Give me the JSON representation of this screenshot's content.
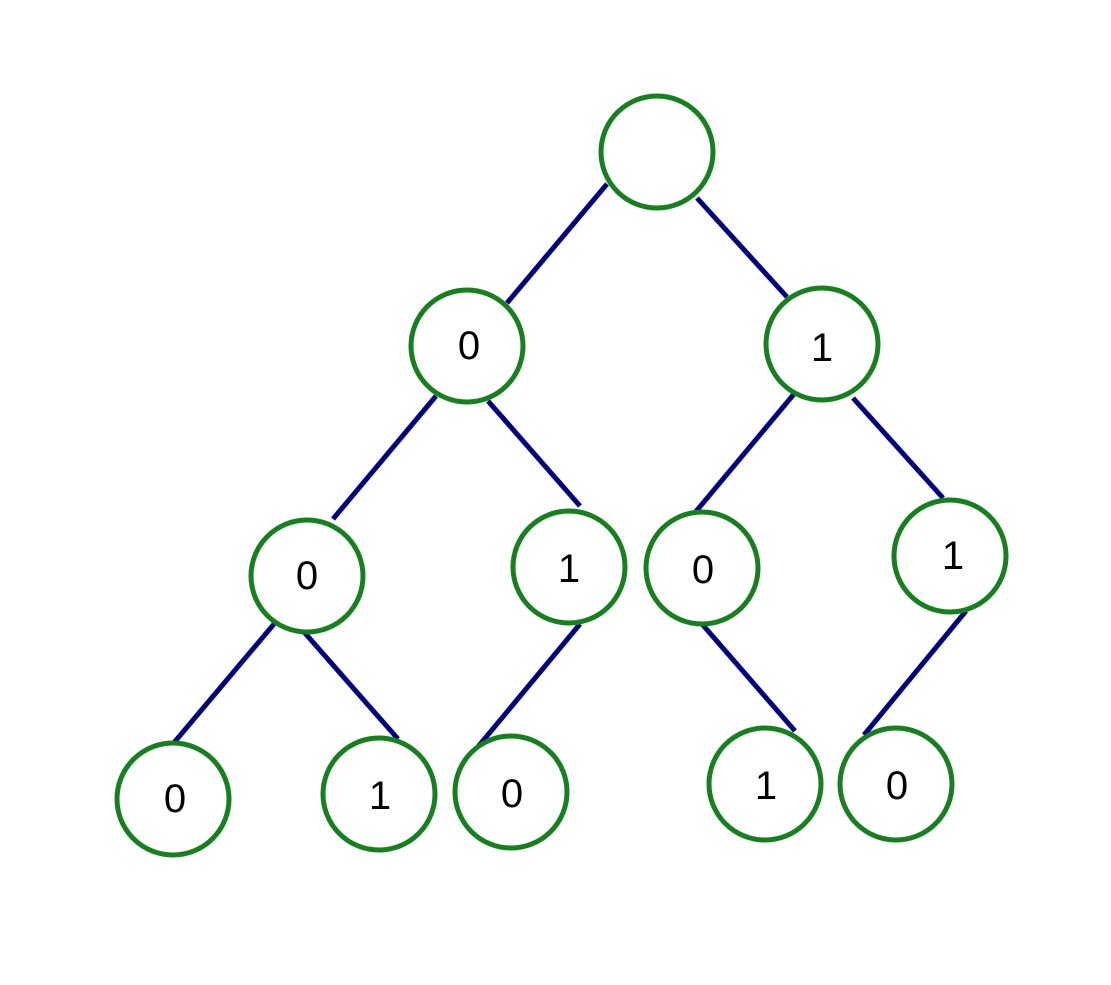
{
  "colors": {
    "edge": "#000080",
    "node_outline": "#16801e",
    "background": "#ffffff",
    "label": "#000000"
  },
  "tree": {
    "root": {
      "label": ""
    },
    "level1": [
      {
        "label": "0"
      },
      {
        "label": "1"
      }
    ],
    "level2": [
      {
        "label": "0"
      },
      {
        "label": "1"
      },
      {
        "label": "0"
      },
      {
        "label": "1"
      }
    ],
    "level3": [
      {
        "label": "0"
      },
      {
        "label": "1"
      },
      {
        "label": "0"
      },
      {
        "label": "1"
      },
      {
        "label": "0"
      }
    ]
  }
}
